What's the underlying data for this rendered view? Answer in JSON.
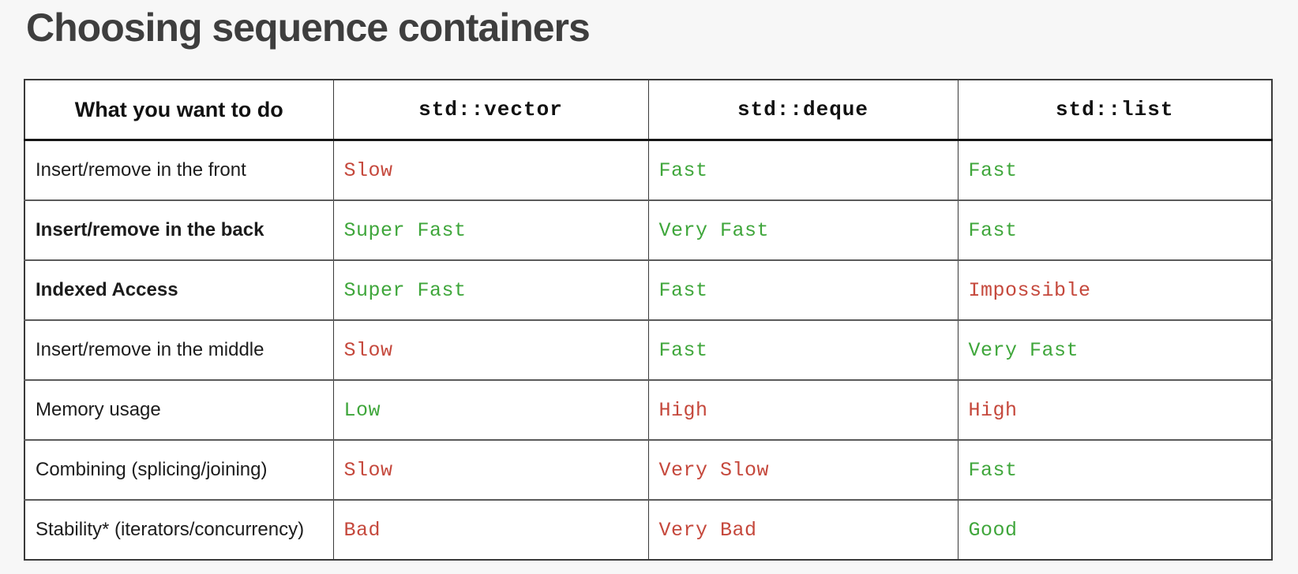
{
  "page": {
    "title": "Choosing sequence containers"
  },
  "colors": {
    "positive": "#3FA63B",
    "negative": "#C5483C"
  },
  "table": {
    "columns": [
      "What you want to do",
      "std::vector",
      "std::deque",
      "std::list"
    ],
    "rows": [
      {
        "label": "Insert/remove in the front",
        "bold": false,
        "cells": [
          {
            "text": "Slow",
            "sentiment": "negative"
          },
          {
            "text": "Fast",
            "sentiment": "positive"
          },
          {
            "text": "Fast",
            "sentiment": "positive"
          }
        ]
      },
      {
        "label": "Insert/remove in the back",
        "bold": true,
        "cells": [
          {
            "text": "Super Fast",
            "sentiment": "positive"
          },
          {
            "text": "Very Fast",
            "sentiment": "positive"
          },
          {
            "text": "Fast",
            "sentiment": "positive"
          }
        ]
      },
      {
        "label": "Indexed Access",
        "bold": true,
        "cells": [
          {
            "text": "Super Fast",
            "sentiment": "positive"
          },
          {
            "text": "Fast",
            "sentiment": "positive"
          },
          {
            "text": "Impossible",
            "sentiment": "negative"
          }
        ]
      },
      {
        "label": "Insert/remove in the middle",
        "bold": false,
        "cells": [
          {
            "text": "Slow",
            "sentiment": "negative"
          },
          {
            "text": "Fast",
            "sentiment": "positive"
          },
          {
            "text": "Very Fast",
            "sentiment": "positive"
          }
        ]
      },
      {
        "label": "Memory usage",
        "bold": false,
        "cells": [
          {
            "text": "Low",
            "sentiment": "positive"
          },
          {
            "text": "High",
            "sentiment": "negative"
          },
          {
            "text": "High",
            "sentiment": "negative"
          }
        ]
      },
      {
        "label": "Combining (splicing/joining)",
        "bold": false,
        "cells": [
          {
            "text": "Slow",
            "sentiment": "negative"
          },
          {
            "text": "Very Slow",
            "sentiment": "negative"
          },
          {
            "text": "Fast",
            "sentiment": "positive"
          }
        ]
      },
      {
        "label": "Stability* (iterators/concurrency)",
        "bold": false,
        "cells": [
          {
            "text": "Bad",
            "sentiment": "negative"
          },
          {
            "text": "Very Bad",
            "sentiment": "negative"
          },
          {
            "text": "Good",
            "sentiment": "positive"
          }
        ]
      }
    ]
  }
}
